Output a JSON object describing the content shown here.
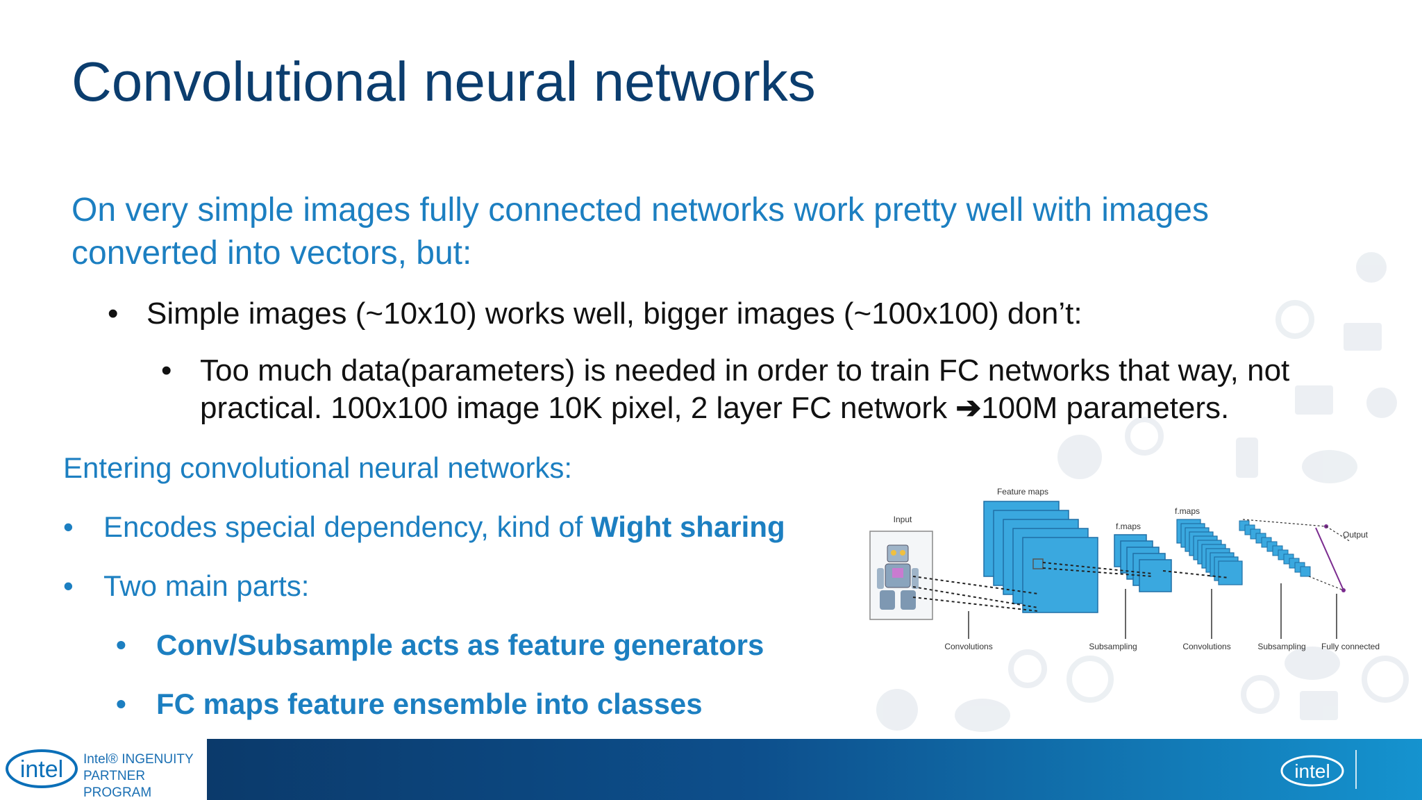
{
  "slide": {
    "title": "Convolutional neural networks",
    "intro": "On very simple images fully connected networks work pretty well with images converted into vectors, but:",
    "bullet1": "Simple images (~10x10) works well, bigger images (~100x100) don’t:",
    "bullet2_part1": "Too much data(parameters) is needed in order to train FC networks that way, not practical. 100x100 image 10K pixel, 2 layer FC network ",
    "bullet2_arrow": "➔",
    "bullet2_part2": "100M parameters.",
    "entering": "Entering convolutional neural networks:",
    "encodes_prefix": "Encodes special dependency, kind of ",
    "encodes_bold": "Wight sharing",
    "two_parts": "Two main parts:",
    "sub1": "Conv/Subsample acts as feature generators",
    "sub2": "FC maps feature ensemble into classes",
    "bullet_glyph": "•"
  },
  "diagram": {
    "input_label": "Input",
    "feature_maps_label": "Feature maps",
    "fmaps1_label": "f.maps",
    "fmaps2_label": "f.maps",
    "output_label": "Output",
    "bottom_labels": [
      "Convolutions",
      "Subsampling",
      "Convolutions",
      "Subsampling",
      "Fully connected"
    ]
  },
  "footer": {
    "logo_text": "intel",
    "partner_line1": "Intel® INGENUITY",
    "partner_line2": "PARTNER PROGRAM",
    "right_logo_text": "intel"
  },
  "colors": {
    "title": "#0b3d6e",
    "accent_blue": "#1c7fc1",
    "body_text": "#111111",
    "map_fill": "#3aa8df",
    "footer_dark": "#0b3a6b",
    "footer_light": "#1593cf"
  }
}
